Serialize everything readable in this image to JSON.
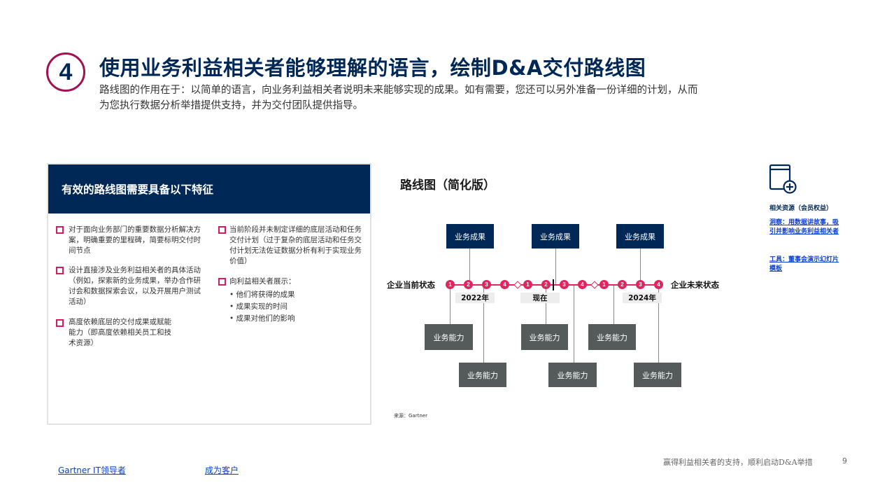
{
  "header": {
    "step_number": "4",
    "title": "使用业务利益相关者能够理解的语言，绘制D&A交付路线图",
    "subtitle_line1": "路线图的作用在于：以简单的语言，向业务利益相关者说明未来能够实现的成果。如有需要，您还可以另外准备一份详细的计划，从而",
    "subtitle_line2": "为您执行数据分析举措提供支持，并为交付团队提供指导。"
  },
  "card": {
    "title": "有效的路线图需要具备以下特征",
    "left_items": [
      "对于面向业务部门的重要数据分析解决方案，明确重要的里程碑，简要标明交付时间节点",
      "设计直接涉及业务利益相关者的具体活动（例如，探索新的业务成果，举办合作研讨会和数据探索会议，以及开展用户测试活动）",
      "高度依赖底层的交付成果或赋能能力（即高度依赖相关员工和技术资源）"
    ],
    "right_items": [
      "当前阶段并未制定详细的底层活动和任务交付计划（过于复杂的底层活动和任务交付计划无法佐证数据分析有利于实现业务价值）",
      "向利益相关者展示："
    ],
    "bullets": [
      "• 他们将获得的成果",
      "• 成果实现的时间",
      "• 成果对他们的影响"
    ]
  },
  "diagram": {
    "title": "路线图（简化版）",
    "outcome_label": "业务成果",
    "capability_label": "业务能力",
    "start_label": "企业当前状态",
    "end_label": "企业未来状态",
    "time_labels": [
      "2022年",
      "现在",
      "2024年"
    ],
    "milestones": [
      "1",
      "2",
      "3",
      "4"
    ],
    "source": "来源：Gartner"
  },
  "resources": {
    "heading": "相关资源（会员权益）",
    "link1": "洞察：用数据讲故事，吸引并影响业务利益相关者",
    "link2": "工具：董事会演示幻灯片模板"
  },
  "footer": {
    "link_left": "Gartner IT领导者",
    "link_mid": "成为客户",
    "caption": "赢得利益相关者的支持，顺利启动D&A举措",
    "page_number": "9"
  },
  "colors": {
    "navy": "#002856",
    "magenta": "#a21152",
    "pink": "#e0245e",
    "gray_box": "#555a5b"
  }
}
